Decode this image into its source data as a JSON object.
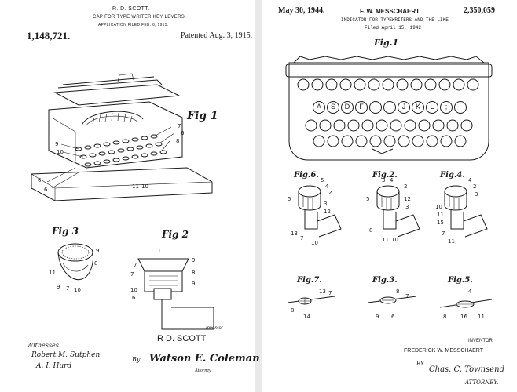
{
  "left_patent": {
    "inventor_header": "R. D. SCOTT.",
    "title": "CAP FOR TYPE WRITER KEY LEVERS.",
    "application_filed": "APPLICATION FILED FEB. 6, 1915.",
    "patent_number": "1,148,721.",
    "patented": "Patented Aug. 3, 1915.",
    "figures": [
      "Fig 1",
      "Fig 3",
      "Fig 2"
    ],
    "witnesses_label": "Witnesses",
    "witness_1": "Robert M. Sutphen",
    "witness_2": "A. I. Hurd",
    "inventor_signature": "R D. SCOTT",
    "inventor_label": "Inventor",
    "by_label": "By",
    "attorney_signature": "Watson E. Coleman",
    "attorney_label": "Attorney"
  },
  "right_patent": {
    "date": "May 30, 1944.",
    "inventor_header": "F. W. MESSCHAERT",
    "patent_number": "2,350,059",
    "title": "INDICATOR FOR TYPEWRITERS AND THE LIKE",
    "filed": "Filed April 15, 1942",
    "figures": [
      "Fig.1",
      "Fig.6.",
      "Fig.2.",
      "Fig.4.",
      "Fig.7.",
      "Fig.3.",
      "Fig.5."
    ],
    "home_keys": [
      "A",
      "S",
      "D",
      "F",
      "J",
      "K",
      "L",
      ";"
    ],
    "inventor_label": "INVENTOR.",
    "inventor_name": "FREDERICK W. MESSCHAERT",
    "by_label": "BY",
    "attorney_signature": "Chas. C. Townsend",
    "attorney_label": "ATTORNEY."
  }
}
